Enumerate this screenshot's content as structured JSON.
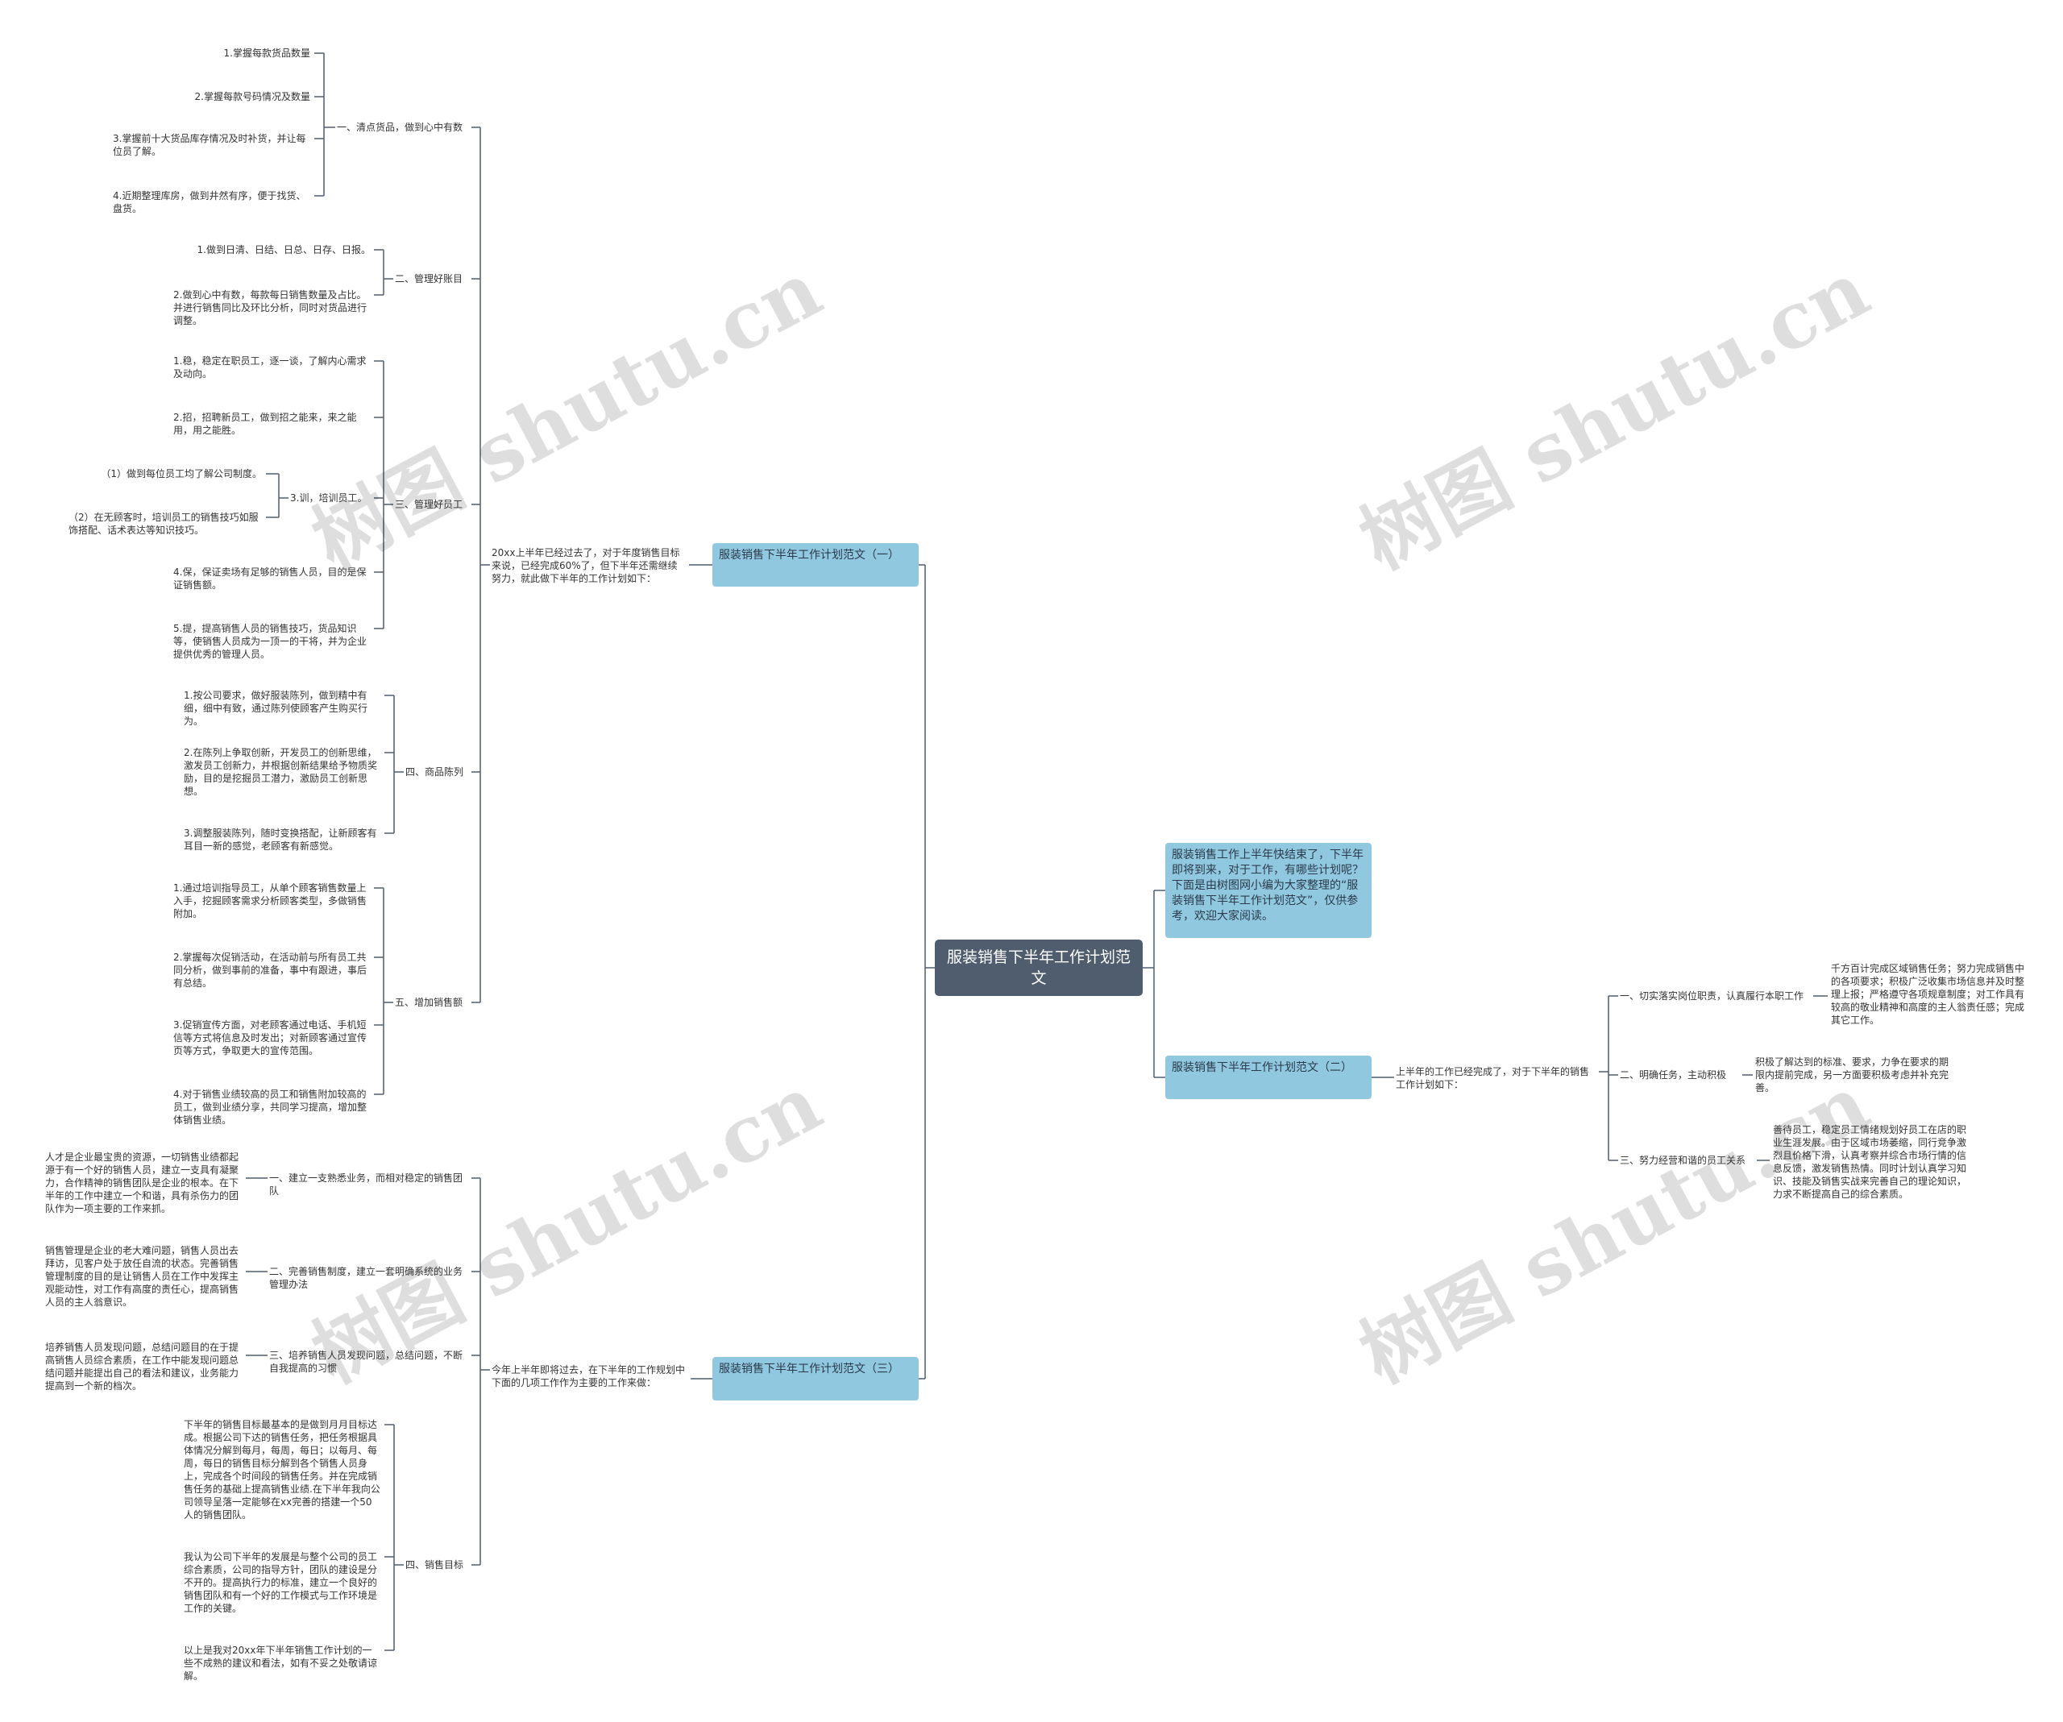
{
  "root": {
    "title": "服装销售下半年工作计划范文"
  },
  "intro": "服装销售工作上半年快结束了，下半年即将到来，对于工作，有哪些计划呢？下面是由树图网小编为大家整理的“服装销售下半年工作计划范文”，仅供参考，欢迎大家阅读。",
  "b1": {
    "title": "服装销售下半年工作计划范文（一）",
    "lead": "20xx上半年已经过去了，对于年度销售目标来说，已经完成60%了，但下半年还需继续努力，就此做下半年的工作计划如下：",
    "s1": {
      "label": "一、清点货品，做到心中有数",
      "items": [
        "1.掌握每款货品数量",
        "2.掌握每款号码情况及数量",
        "3.掌握前十大货品库存情况及时补货，并让每位员了解。",
        "4.近期整理库房，做到井然有序，便于找货、盘货。"
      ]
    },
    "s2": {
      "label": "二、管理好账目",
      "items": [
        "1.做到日清、日结、日总、日存、日报。",
        "2.做到心中有数，每款每日销售数量及占比。并进行销售同比及环比分析，同时对货品进行调整。"
      ]
    },
    "s3": {
      "label": "三、管理好员工",
      "items": [
        "1.稳，稳定在职员工，逐一谈，了解内心需求及动向。",
        "2.招，招聘新员工，做到招之能来，来之能用，用之能胜。",
        "3.训，培训员工。",
        "4.保，保证卖场有足够的销售人员，目的是保证销售额。",
        "5.提，提高销售人员的销售技巧，货品知识等，使销售人员成为一顶一的干将，并为企业提供优秀的管理人员。"
      ],
      "sub": [
        "（1）做到每位员工均了解公司制度。",
        "（2）在无顾客时，培训员工的销售技巧如服饰搭配、话术表达等知识技巧。"
      ]
    },
    "s4": {
      "label": "四、商品陈列",
      "items": [
        "1.按公司要求，做好服装陈列，做到精中有细，细中有致，通过陈列使顾客产生购买行为。",
        "2.在陈列上争取创新，开发员工的创新思维，激发员工创新力，并根据创新结果给予物质奖励，目的是挖掘员工潜力，激励员工创新思想。",
        "3.调整服装陈列，随时变换搭配，让新顾客有耳目一新的感觉，老顾客有新感觉。"
      ]
    },
    "s5": {
      "label": "五、增加销售额",
      "items": [
        "1.通过培训指导员工，从单个顾客销售数量上入手，挖掘顾客需求分析顾客类型，多做销售附加。",
        "2.掌握每次促销活动，在活动前与所有员工共同分析，做到事前的准备，事中有跟进，事后有总结。",
        "3.促销宣传方面，对老顾客通过电话、手机短信等方式将信息及时发出；对新顾客通过宣传页等方式，争取更大的宣传范围。",
        "4.对于销售业绩较高的员工和销售附加较高的员工，做到业绩分享，共同学习提高，增加整体销售业绩。"
      ]
    }
  },
  "b2": {
    "title": "服装销售下半年工作计划范文（二）",
    "lead": "上半年的工作已经完成了，对于下半年的销售工作计划如下：",
    "items": [
      {
        "label": "一、切实落实岗位职责，认真履行本职工作",
        "detail": "千方百计完成区域销售任务；努力完成销售中的各项要求；积极广泛收集市场信息并及时整理上报；严格遵守各项规章制度；对工作具有较高的敬业精神和高度的主人翁责任感；完成其它工作。"
      },
      {
        "label": "二、明确任务，主动积极",
        "detail": "积极了解达到的标准、要求，力争在要求的期限内提前完成，另一方面要积极考虑并补充完善。"
      },
      {
        "label": "三、努力经营和谐的员工关系",
        "detail": "善待员工，稳定员工情绪规划好员工在店的职业生涯发展。由于区域市场萎缩，同行竞争激烈且价格下滑，认真考察并综合市场行情的信息反馈，激发销售热情。同时计划认真学习知识、技能及销售实战来完善自己的理论知识，力求不断提高自己的综合素质。"
      }
    ]
  },
  "b3": {
    "title": "服装销售下半年工作计划范文（三）",
    "lead": "今年上半年即将过去，在下半年的工作规划中下面的几项工作作为主要的工作来做：",
    "items": [
      {
        "label": "一、建立一支熟悉业务，而相对稳定的销售团队",
        "detail": "人才是企业最宝贵的资源，一切销售业绩都起源于有一个好的销售人员，建立一支具有凝聚力，合作精神的销售团队是企业的根本。在下半年的工作中建立一个和谐，具有杀伤力的团队作为一项主要的工作来抓。"
      },
      {
        "label": "二、完善销售制度，建立一套明确系统的业务管理办法",
        "detail": "销售管理是企业的老大难问题，销售人员出去拜访，见客户处于放任自流的状态。完善销售管理制度的目的是让销售人员在工作中发挥主观能动性，对工作有高度的责任心，提高销售人员的主人翁意识。"
      },
      {
        "label": "三、培养销售人员发现问题，总结问题，不断自我提高的习惯",
        "detail": "培养销售人员发现问题，总结问题目的在于提高销售人员综合素质，在工作中能发现问题总结问题并能提出自己的看法和建议，业务能力提高到一个新的档次。"
      },
      {
        "label": "四、销售目标",
        "details": [
          "下半年的销售目标最基本的是做到月月目标达成。根据公司下达的销售任务，把任务根据具体情况分解到每月，每周，每日；以每月、每周，每日的销售目标分解到各个销售人员身上，完成各个时间段的销售任务。并在完成销售任务的基础上提高销售业绩.在下半年我向公司领导呈落一定能够在xx完善的搭建一个50人的销售团队。",
          "我认为公司下半年的发展是与整个公司的员工综合素质，公司的指导方针，团队的建设是分不开的。提高执行力的标准，建立一个良好的销售团队和有一个好的工作模式与工作环境是工作的关键。",
          "以上是我对20xx年下半年销售工作计划的一些不成熟的建议和看法，如有不妥之处敬请谅解。"
        ]
      }
    ]
  },
  "watermark": "树图 shutu.cn",
  "colors": {
    "root": "#4f5d6e",
    "main": "#90c8e0",
    "line": "#4f5d6e"
  }
}
